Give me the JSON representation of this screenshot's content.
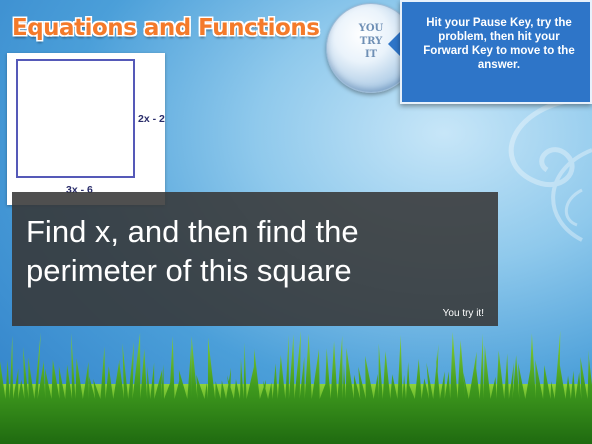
{
  "slide": {
    "title": "Equations and Functions",
    "badge_text": "YOU\nTRY\nIT",
    "callout_text": "Hit your Pause Key, try the problem, then hit your Forward Key to move to the answer.",
    "figure": {
      "side_label": "2x - 2",
      "bottom_label": "3x - 6"
    },
    "main_text": "Find x, and then find the perimeter of this square",
    "corner_text": "You try it!"
  },
  "colors": {
    "title": "#f47a2a",
    "callout": "#2e75c8",
    "square_border": "#5559b8",
    "grass": "#3f9a1e",
    "sky": "#4b9fd9"
  }
}
